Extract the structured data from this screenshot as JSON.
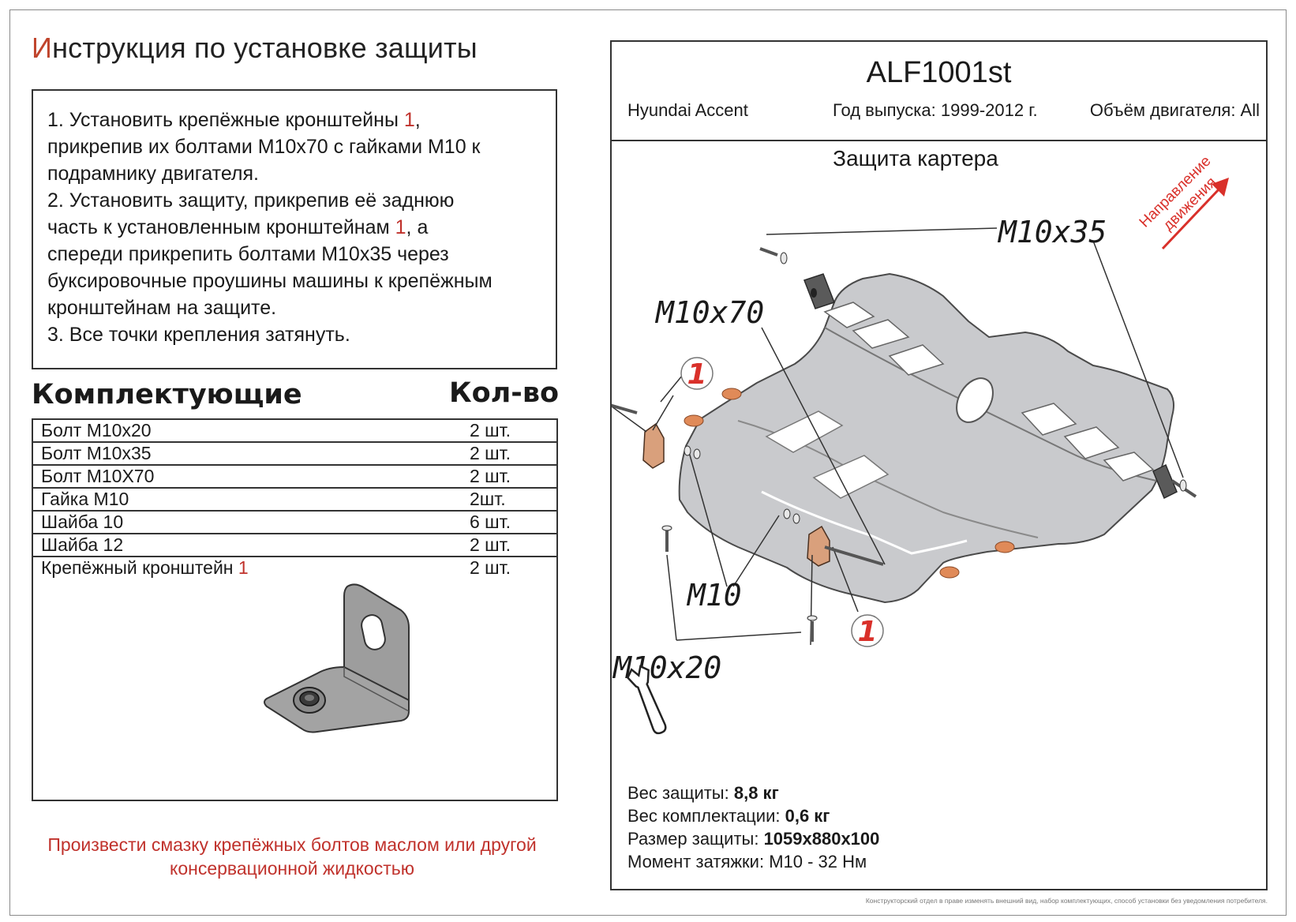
{
  "title": {
    "first_letter": "И",
    "rest": "нструкция по установке защиты"
  },
  "instructions": {
    "line1_a": "1.  Установить крепёжные кронштейны ",
    "line1_num": "1",
    "line1_b": ",",
    "line2": "прикрепив их болтами М10х70 с гайками М10 к",
    "line3": "подрамнику двигателя.",
    "line4": "2.  Установить защиту, прикрепив её заднюю",
    "line5_a": "часть к установленным кронштейнам ",
    "line5_num": "1",
    "line5_b": ", а",
    "line6": "спереди прикрепить болтами М10х35 через",
    "line7": "буксировочные проушины машины к крепёжным",
    "line8": "кронштейнам на защите.",
    "line9": "3.  Все точки крепления затянуть."
  },
  "parts": {
    "heading": "Комплектующие",
    "qty_heading": "Кол-во",
    "rows": [
      {
        "name": "Болт М10х20",
        "qty": "2 шт."
      },
      {
        "name": "Болт М10х35",
        "qty": "2 шт."
      },
      {
        "name": "Болт М10Х70",
        "qty": "2 шт."
      },
      {
        "name": "Гайка М10",
        "qty": "2шт."
      },
      {
        "name": "Шайба 10",
        "qty": "6 шт."
      },
      {
        "name": "Шайба 12",
        "qty": "2 шт."
      },
      {
        "name": "Крепёжный кронштейн ",
        "num": "1",
        "qty": "2 шт."
      }
    ]
  },
  "warning": {
    "line1": "Произвести смазку крепёжных болтов маслом или другой",
    "line2": "консервационной жидкостью"
  },
  "header": {
    "code": "ALF1001st",
    "model": "Hyundai Accent",
    "year": "Год выпуска: 1999-2012 г.",
    "engine": "Объём двигателя: All"
  },
  "diagram": {
    "subtitle": "Защита картера",
    "direction_line1": "Направление",
    "direction_line2": "движения",
    "labels": {
      "m10x35": "M10x35",
      "m10x70": "M10x70",
      "m10": "M10",
      "m10x20": "M10x20",
      "callout_1": "1"
    }
  },
  "specs": {
    "weight_label": "Вес защиты: ",
    "weight_value": "8,8 кг",
    "kit_label": "Вес комплектации: ",
    "kit_value": "0,6 кг",
    "size_label": "Размер защиты: ",
    "size_value": "1059х880х100",
    "torque_label": "Момент затяжки:  ",
    "torque_value": "М10 - 32 Нм"
  },
  "footer": "Конструкторский отдел в праве изменять внешний вид, набор комплектующих, способ установки без уведомления потребителя.",
  "colors": {
    "accent_red": "#c0322c",
    "plate": "#c9cacd",
    "pad": "#e08a58",
    "bracket": "#d9a07c"
  }
}
